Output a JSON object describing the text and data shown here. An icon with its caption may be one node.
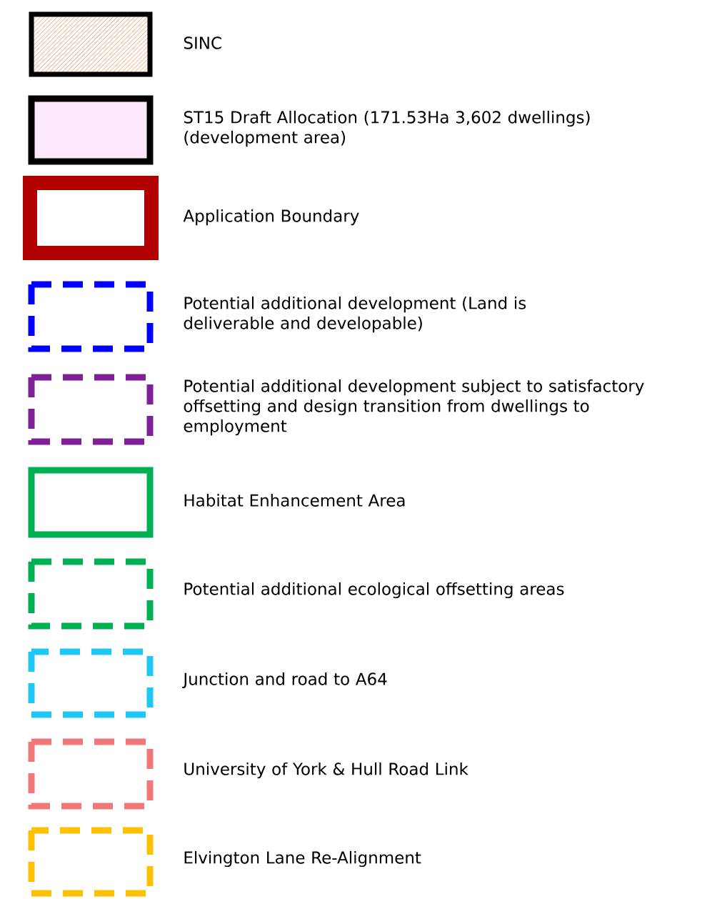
{
  "diagram": {
    "legend": [
      {
        "text": "SINC"
      },
      {
        "text": "ST15 Draft Allocation (171.53Ha 3,602 dwellings) (development area)"
      },
      {
        "text": "Application Boundary"
      },
      {
        "text": "Potential additional development (Land is deliverable and developable)"
      },
      {
        "text": "Potential additional development subject to satisfactory offsetting and design transition from dwellings to employment"
      },
      {
        "text": "Habitat Enhancement Area"
      },
      {
        "text": "Potential additional ecological offsetting areas"
      },
      {
        "text": "Junction and road to A64"
      },
      {
        "text": "University of York & Hull Road Link"
      },
      {
        "text": "Elvington Lane Re-Alignment"
      }
    ]
  }
}
